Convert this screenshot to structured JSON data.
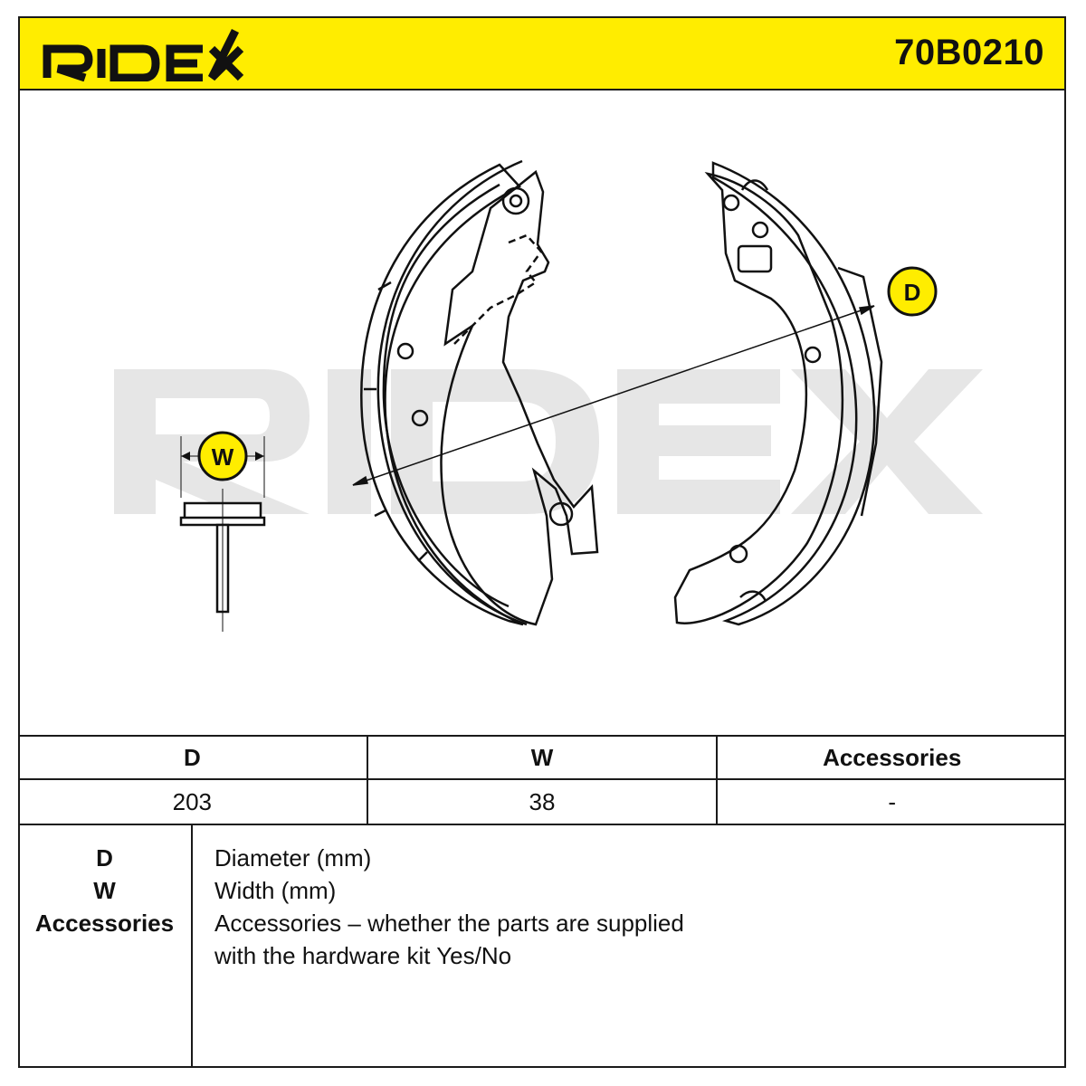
{
  "brand": "RIDEX",
  "part_number": "70B0210",
  "colors": {
    "header_yellow": "#ffed00",
    "badge_yellow": "#ffed00",
    "outline": "#1a1a1a",
    "watermark": "#e6e6e6"
  },
  "dimension_labels": {
    "diameter": "D",
    "width": "W"
  },
  "table": {
    "headers": [
      "D",
      "W",
      "Accessories"
    ],
    "values": [
      "203",
      "38",
      "-"
    ]
  },
  "legend": {
    "keys": [
      "D",
      "W",
      "Accessories"
    ],
    "descriptions": [
      "Diameter (mm)",
      "Width (mm)",
      "Accessories – whether the parts are supplied",
      "with the hardware kit Yes/No"
    ]
  }
}
